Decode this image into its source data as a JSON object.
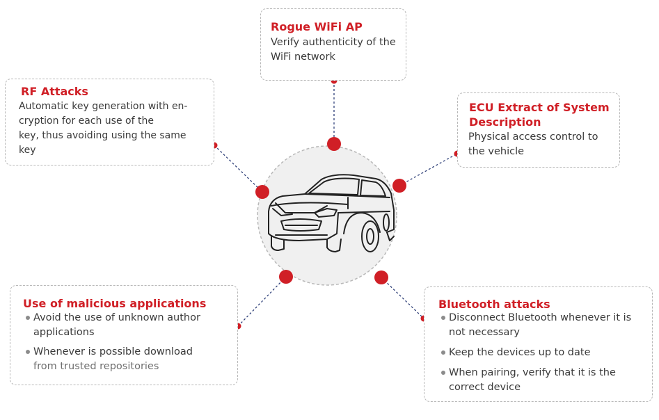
{
  "colors": {
    "accent": "#d01f26",
    "connector": "#2e3f78",
    "border": "#b8b8b8",
    "hub_fill": "#f0f0f0"
  },
  "hub": {
    "icon": "car-icon"
  },
  "boxes": {
    "rogue_wifi": {
      "title": "Rogue WiFi AP",
      "lines": [
        "Verify authenticity of the",
        "WiFi network"
      ]
    },
    "rf_attacks": {
      "title": "RF Attacks",
      "lines": [
        "Automatic key generation with en-",
        "cryption for each use of the",
        "key, thus avoiding using the same",
        "key"
      ]
    },
    "ecu": {
      "title_lines": [
        "ECU Extract of System",
        "Description"
      ],
      "lines": [
        "Physical access control to",
        "the vehicle"
      ]
    },
    "malicious_apps": {
      "title": "Use of malicious applications",
      "bullets": [
        {
          "lines": [
            "Avoid the use of unknown author",
            "applications"
          ]
        },
        {
          "lines": [
            "Whenever is possible download",
            "from trusted repositories"
          ]
        }
      ]
    },
    "bluetooth": {
      "title": "Bluetooth attacks",
      "bullets": [
        {
          "lines": [
            "Disconnect Bluetooth whenever it is",
            "not necessary"
          ]
        },
        {
          "lines": [
            "Keep the devices up to date"
          ]
        },
        {
          "lines": [
            "When pairing, verify that it is the",
            "correct device"
          ]
        }
      ]
    }
  }
}
